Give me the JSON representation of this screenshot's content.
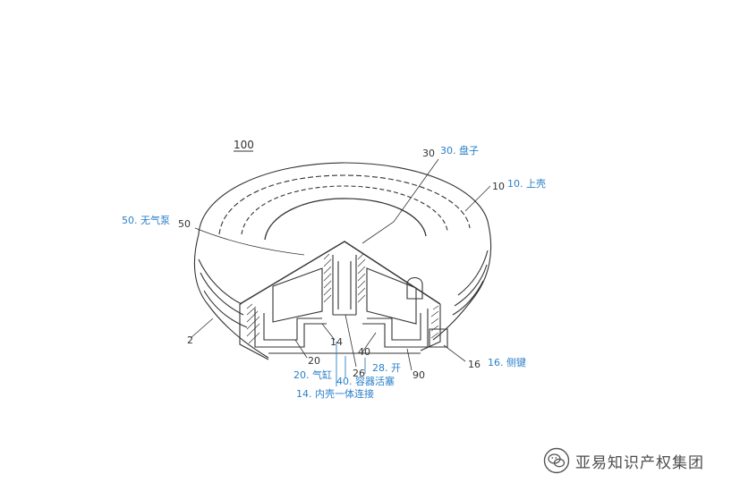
{
  "figure": {
    "ref_main": "100",
    "part_numbers": {
      "n30": "30",
      "n10": "10",
      "n50": "50",
      "n2": "2",
      "n14": "14",
      "n20": "20",
      "n40": "40",
      "n26": "26",
      "n90": "90",
      "n16": "16"
    }
  },
  "annotations": {
    "a30": "30. 盘子",
    "a10": "10. 上壳",
    "a50": "50. 无气泵",
    "a16": "16. 侧键",
    "a28": "28. 开",
    "a20": "20. 气缸",
    "a40": "40. 容器活塞",
    "a14": "14. 内壳一体连接"
  },
  "watermark": {
    "text": "亚易知识产权集团"
  },
  "colors": {
    "annotation": "#2a7fc8",
    "line_art": "#333333",
    "watermark": "#4d4d4d"
  }
}
